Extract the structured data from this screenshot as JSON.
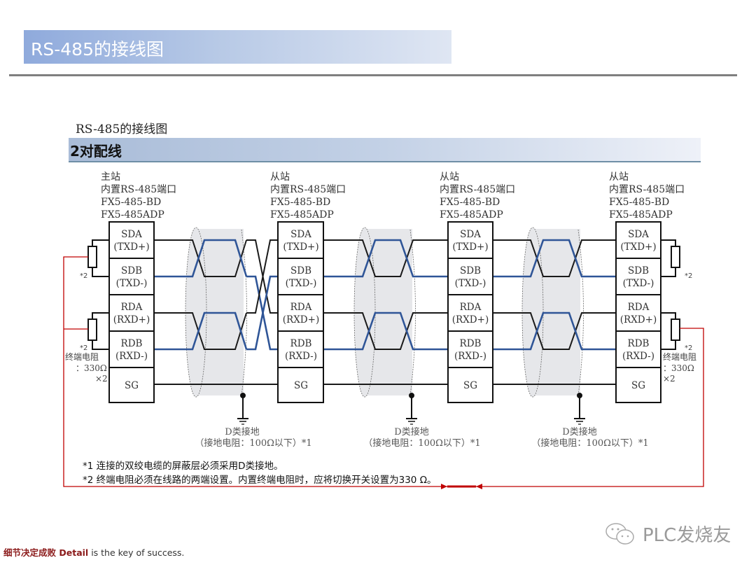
{
  "header": {
    "title": "RS-485的接线图"
  },
  "figure": {
    "caption": "RS-485的接线图",
    "section": "2对配线"
  },
  "stations": [
    {
      "role": "主站",
      "line1": "内置RS-485端口",
      "line2": "FX5-485-BD",
      "line3": "FX5-485ADP"
    },
    {
      "role": "从站",
      "line1": "内置RS-485端口",
      "line2": "FX5-485-BD",
      "line3": "FX5-485ADP"
    },
    {
      "role": "从站",
      "line1": "内置RS-485端口",
      "line2": "FX5-485-BD",
      "line3": "FX5-485ADP"
    },
    {
      "role": "从站",
      "line1": "内置RS-485端口",
      "line2": "FX5-485-BD",
      "line3": "FX5-485ADP"
    }
  ],
  "terminals": [
    {
      "name": "SDA",
      "signal": "(TXD+)"
    },
    {
      "name": "SDB",
      "signal": "(TXD-)"
    },
    {
      "name": "RDA",
      "signal": "(RXD+)"
    },
    {
      "name": "RDB",
      "signal": "(RXD-)"
    },
    {
      "name": "SG",
      "signal": ""
    }
  ],
  "terminator": {
    "mark": "*2",
    "label": "终端电阻",
    "value": "：330Ω",
    "count": "×2"
  },
  "ground": {
    "label": "D类接地",
    "spec": "（接地电阻：100Ω以下）*1"
  },
  "notes": [
    "*1 连接的双绞电缆的屏蔽层必须采用D类接地。",
    "*2 终端电阻必须在线路的两端设置。内置终端电阻时，应将切换开关设置为330 Ω。"
  ],
  "footer": {
    "slogan_cn": "细节决定成败",
    "slogan_en_strong": "Detail",
    "slogan_en_rest": " is the key of success.",
    "watermark": "PLC发烧友"
  },
  "colors": {
    "banner_start": "#8faadc",
    "wire_black": "#1a1a1a",
    "wire_blue": "#2f5597",
    "annotation_red": "#c00000",
    "cable_shade": "#e6e7ea"
  }
}
